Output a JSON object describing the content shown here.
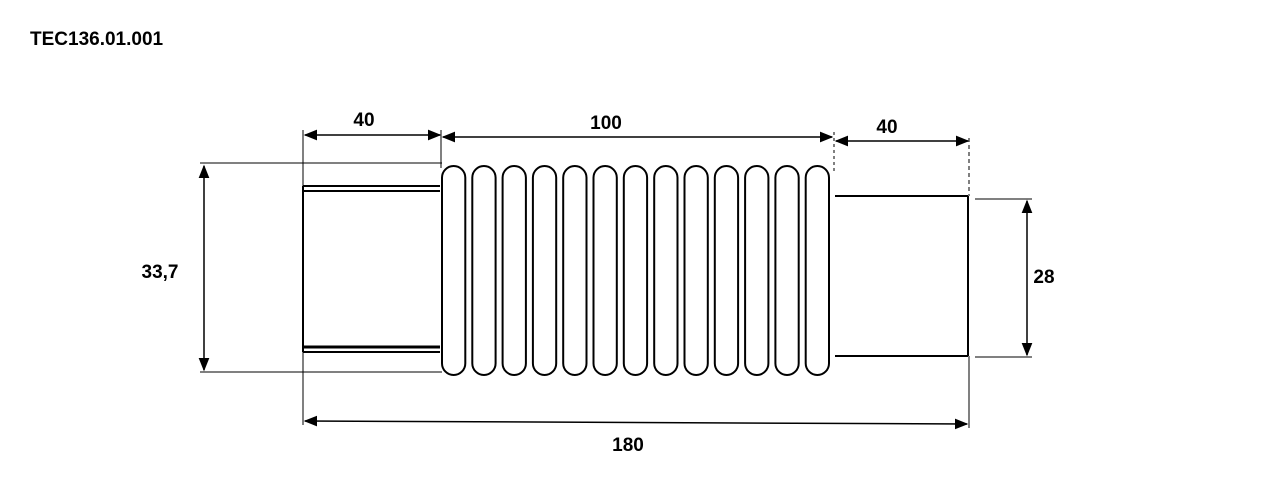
{
  "drawing": {
    "part_code": "TEC136.01.001",
    "dimensions": {
      "left_end_length": "40",
      "bellows_length": "100",
      "right_end_length": "40",
      "outer_diameter": "33,7",
      "inner_diameter": "28",
      "total_length": "180"
    },
    "bellows_convolutions": 13
  }
}
